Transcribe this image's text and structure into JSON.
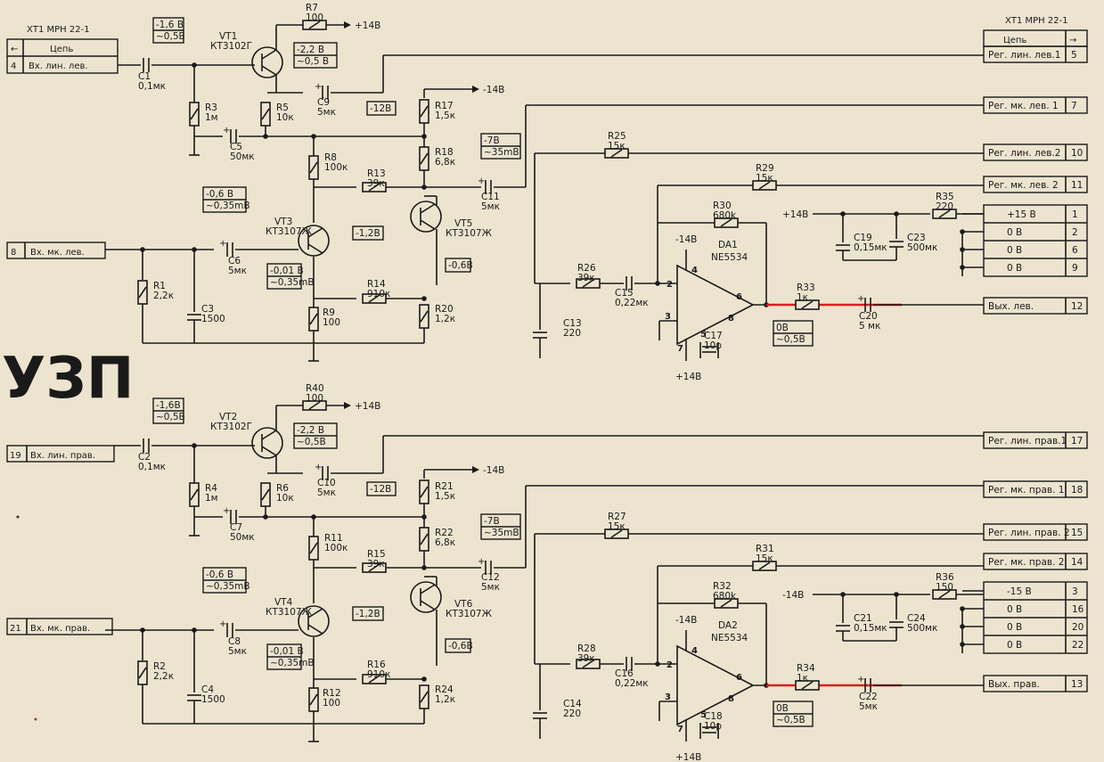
{
  "title": "УЗП",
  "left_header": {
    "label": "ХТ1 МРН 22-1",
    "col": "Цепь",
    "rows": [
      {
        "num": "4",
        "name": "Вх. лин. лев."
      }
    ]
  },
  "right_header": {
    "label": "ХТ1 МРН 22-1",
    "col": "Цепь",
    "arrow": "→"
  },
  "left_inputs": [
    {
      "num": "8",
      "name": "Вх. мк. лев."
    },
    {
      "num": "19",
      "name": "Вх. лин. прав."
    },
    {
      "num": "21",
      "name": "Вх. мк. прав."
    }
  ],
  "right_outputs": [
    {
      "name": "Рег. лин. лев.1",
      "num": "5"
    },
    {
      "name": "Рег. мк. лев. 1",
      "num": "7"
    },
    {
      "name": "Рег. лин. лев.2",
      "num": "10"
    },
    {
      "name": "Рег. мк. лев. 2",
      "num": "11"
    },
    {
      "name": "Вых. лев.",
      "num": "12"
    },
    {
      "name": "Рег. лин. прав.1",
      "num": "17"
    },
    {
      "name": "Рег. мк. прав. 1",
      "num": "18"
    },
    {
      "name": "Рег. лин. прав. 2",
      "num": "15"
    },
    {
      "name": "Рег. мк. прав. 2",
      "num": "14"
    },
    {
      "name": "Вых. прав.",
      "num": "13"
    }
  ],
  "power_left": [
    {
      "name": "+15 В",
      "num": "1"
    },
    {
      "name": "0 В",
      "num": "2"
    },
    {
      "name": "0 В",
      "num": "6"
    },
    {
      "name": "0 В",
      "num": "9"
    }
  ],
  "power_right": [
    {
      "name": "-15 В",
      "num": "3"
    },
    {
      "name": "0 В",
      "num": "16"
    },
    {
      "name": "0 В",
      "num": "20"
    },
    {
      "name": "0 В",
      "num": "22"
    }
  ],
  "rails": {
    "plus": "+14В",
    "minus": "-14В"
  },
  "components": {
    "R7": {
      "ref": "R7",
      "val": "100"
    },
    "R3": {
      "ref": "R3",
      "val": "1м"
    },
    "R5": {
      "ref": "R5",
      "val": "10к"
    },
    "R17": {
      "ref": "R17",
      "val": "1,5к"
    },
    "R18": {
      "ref": "R18",
      "val": "6,8к"
    },
    "R8": {
      "ref": "R8",
      "val": "100к"
    },
    "R13": {
      "ref": "R13",
      "val": "39к"
    },
    "R1": {
      "ref": "R1",
      "val": "2,2к"
    },
    "R14": {
      "ref": "R14",
      "val": "910к"
    },
    "R9": {
      "ref": "R9",
      "val": "100"
    },
    "R20": {
      "ref": "R20",
      "val": "1,2к"
    },
    "R25": {
      "ref": "R25",
      "val": "15к"
    },
    "R29": {
      "ref": "R29",
      "val": "15к"
    },
    "R30": {
      "ref": "R30",
      "val": "680k"
    },
    "R35": {
      "ref": "R35",
      "val": "220"
    },
    "R26": {
      "ref": "R26",
      "val": "39к"
    },
    "R33": {
      "ref": "R33",
      "val": "1к"
    },
    "C1": {
      "ref": "С1",
      "val": "0,1мк"
    },
    "C5": {
      "ref": "С5",
      "val": "50мк"
    },
    "C9": {
      "ref": "С9",
      "val": "5мк"
    },
    "C11": {
      "ref": "С11",
      "val": "5мк"
    },
    "C6": {
      "ref": "С6",
      "val": "5мк"
    },
    "C3": {
      "ref": "С3",
      "val": "1500"
    },
    "C15": {
      "ref": "С15",
      "val": "0,22мк"
    },
    "C13": {
      "ref": "С13",
      "val": "220"
    },
    "C17": {
      "ref": "С17",
      "val": "10p"
    },
    "C19": {
      "ref": "С19",
      "val": "0,15мк"
    },
    "C23": {
      "ref": "С23",
      "val": "500мк"
    },
    "C20": {
      "ref": "С20",
      "val": "5 мк"
    },
    "VT1": {
      "ref": "VT1",
      "val": "КТ3102Г"
    },
    "VT3": {
      "ref": "VT3",
      "val": "КТ3107Ж"
    },
    "VT5": {
      "ref": "VT5",
      "val": "КТ3107Ж"
    },
    "DA1": {
      "ref": "DA1",
      "val": "NE5534"
    },
    "R40": {
      "ref": "R40",
      "val": "100"
    },
    "R4": {
      "ref": "R4",
      "val": "1м"
    },
    "R6": {
      "ref": "R6",
      "val": "10к"
    },
    "R21": {
      "ref": "R21",
      "val": "1,5к"
    },
    "R22": {
      "ref": "R22",
      "val": "6,8к"
    },
    "R11": {
      "ref": "R11",
      "val": "100к"
    },
    "R15": {
      "ref": "R15",
      "val": "39к"
    },
    "R2": {
      "ref": "R2",
      "val": "2,2к"
    },
    "R16": {
      "ref": "R16",
      "val": "910к"
    },
    "R12": {
      "ref": "R12",
      "val": "100"
    },
    "R24": {
      "ref": "R24",
      "val": "1,2к"
    },
    "R27": {
      "ref": "R27",
      "val": "15к"
    },
    "R31": {
      "ref": "R31",
      "val": "15к"
    },
    "R32": {
      "ref": "R32",
      "val": "680k"
    },
    "R36": {
      "ref": "R36",
      "val": "150"
    },
    "R28": {
      "ref": "R28",
      "val": "39к"
    },
    "R34": {
      "ref": "R34",
      "val": "1к"
    },
    "C2": {
      "ref": "С2",
      "val": "0,1мк"
    },
    "C7": {
      "ref": "С7",
      "val": "50мк"
    },
    "C10": {
      "ref": "С10",
      "val": "5мк"
    },
    "C12": {
      "ref": "С12",
      "val": "5мк"
    },
    "C8": {
      "ref": "С8",
      "val": "5мк"
    },
    "C4": {
      "ref": "С4",
      "val": "1500"
    },
    "C16": {
      "ref": "С16",
      "val": "0,22мк"
    },
    "C14": {
      "ref": "С14",
      "val": "220"
    },
    "C18": {
      "ref": "С18",
      "val": "10p"
    },
    "C21": {
      "ref": "С21",
      "val": "0,15мк"
    },
    "C24": {
      "ref": "С24",
      "val": "500мк"
    },
    "C22": {
      "ref": "С22",
      "val": "5мк"
    },
    "VT2": {
      "ref": "VT2",
      "val": "КТ3102Г"
    },
    "VT4": {
      "ref": "VT4",
      "val": "КТ3107Ж"
    },
    "VT6": {
      "ref": "VT6",
      "val": "КТ3107Ж"
    },
    "DA2": {
      "ref": "DA2",
      "val": "NE5534"
    }
  },
  "voltages": {
    "vt1_base": [
      "-1,6 В",
      "~0,5В"
    ],
    "vt1_emit": [
      "-2,2 В",
      "~0,5 В"
    ],
    "r17": [
      "-12В"
    ],
    "vt5_col": [
      "-7В",
      "~35mВ"
    ],
    "vt3_base": [
      "-0,6 В",
      "~0,35mВ"
    ],
    "vt3_col": [
      "-1,2В"
    ],
    "vt3_emit": [
      "-0,01 В",
      "~0,35mВ"
    ],
    "r20": [
      "-0,6В"
    ],
    "da1_out": [
      "0В",
      "~0,5В"
    ],
    "vt2_base": [
      "-1,6В",
      "~0,5В"
    ],
    "vt2_emit": [
      "-2,2 В",
      "~0,5В"
    ],
    "r21": [
      "-12В"
    ],
    "vt6_col": [
      "-7В",
      "~35mВ"
    ],
    "vt4_base": [
      "-0,6 В",
      "~0,35mВ"
    ],
    "vt4_col": [
      "-1,2В"
    ],
    "vt4_emit": [
      "-0,01 В",
      "~0,35mВ"
    ],
    "r24": [
      "-0,6В"
    ],
    "da2_out": [
      "0В",
      "~0,5В"
    ]
  },
  "opamp_pins": [
    "2",
    "3",
    "4",
    "5",
    "6",
    "7",
    "8"
  ]
}
